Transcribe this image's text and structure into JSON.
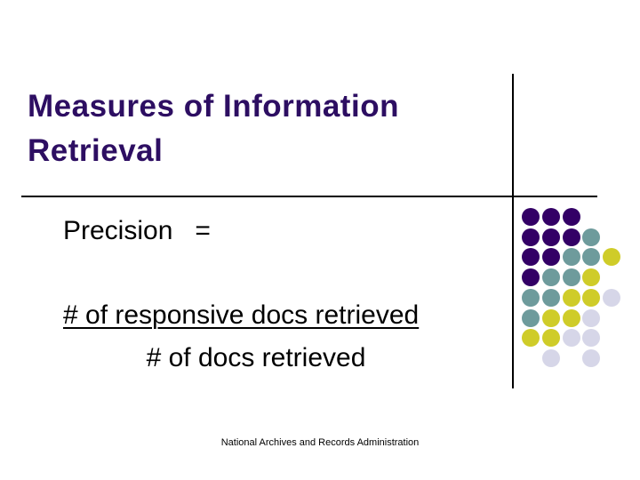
{
  "slide": {
    "title": "Measures of Information Retrieval",
    "body": {
      "precision_label": "Precision   =",
      "numerator": "# of responsive docs retrieved",
      "denominator": "# of docs retrieved"
    },
    "footer": "National Archives and Records Administration",
    "colors": {
      "title_text": "#2D0E62",
      "body_text": "#000000",
      "line": "#000000",
      "dot_purple": "#330066",
      "dot_teal": "#6E9B9C",
      "dot_yellow": "#CFCC29",
      "dot_lavender": "#D6D6E8"
    },
    "dots": {
      "rows": [
        [
          "purple",
          "purple",
          "purple",
          null,
          null
        ],
        [
          "purple",
          "purple",
          "purple",
          "teal",
          null
        ],
        [
          "purple",
          "purple",
          "teal",
          "teal",
          "yellow"
        ],
        [
          "purple",
          "teal",
          "teal",
          "yellow",
          null
        ],
        [
          "teal",
          "teal",
          "yellow",
          "yellow",
          "lavender"
        ],
        [
          "teal",
          "yellow",
          "yellow",
          "lavender",
          null
        ],
        [
          "yellow",
          "yellow",
          "lavender",
          "lavender",
          null
        ],
        [
          null,
          "lavender",
          null,
          "lavender",
          null
        ]
      ]
    }
  }
}
